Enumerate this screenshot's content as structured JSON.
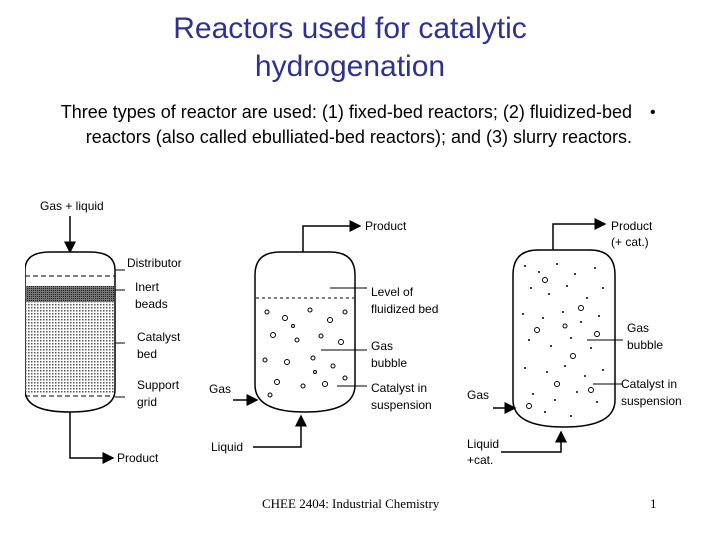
{
  "slide": {
    "title": "Reactors used for catalytic hydrogenation",
    "bullet_text": "Three types of reactor are used: (1) fixed-bed reactors; (2) fluidized-bed reactors (also called ebulliated-bed reactors); and (3) slurry reactors.",
    "bullet_symbol": "•"
  },
  "figure": {
    "fixed_bed": {
      "inlet_label": "Gas + liquid",
      "outlet_label": "Product",
      "parts": [
        "Distributor",
        "Inert",
        "beads",
        "Catalyst",
        "bed",
        "Support",
        "grid"
      ]
    },
    "fluidized_bed": {
      "outlet_label": "Product",
      "gas_label": "Gas",
      "liquid_label": "Liquid",
      "parts": [
        "Level of",
        "fluidized bed",
        "Gas",
        "bubble",
        "Catalyst in",
        "suspension"
      ]
    },
    "slurry": {
      "outlet_label_1": "Product",
      "outlet_label_2": "(+ cat.)",
      "gas_label": "Gas",
      "liquid_label_1": "Liquid",
      "liquid_label_2": "+cat.",
      "parts": [
        "Gas",
        "bubble",
        "Catalyst in",
        "suspension"
      ]
    }
  },
  "footer": {
    "course": "CHEE 2404: Industrial Chemistry",
    "page_number": "1"
  },
  "colors": {
    "title": "#2e3192",
    "text": "#000000",
    "background": "#ffffff"
  }
}
